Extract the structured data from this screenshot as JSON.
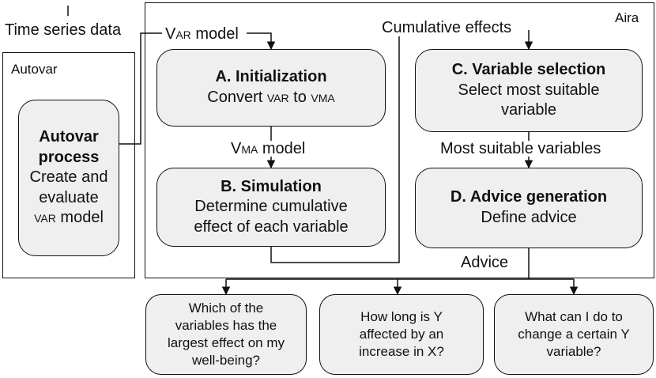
{
  "frames": {
    "autovar": "Autovar",
    "aira": "Aira"
  },
  "labels": {
    "time_series": "Time series data",
    "var_model_prefix": "V",
    "var_model_sc": "ar",
    "var_model_suffix": " model",
    "cumulative_effects": "Cumulative effects",
    "vma_model_prefix": "V",
    "vma_model_sc": "ma",
    "vma_model_suffix": " model",
    "most_suitable": "Most suitable variables",
    "advice": "Advice"
  },
  "process": {
    "title_line1": "Autovar",
    "title_line2": "process",
    "desc_line1": "Create and",
    "desc_line2": "evaluate",
    "desc_line3_sc": "var",
    "desc_line3_rest": " model"
  },
  "steps": {
    "a": {
      "title": "A. Initialization",
      "desc_pre": "Convert ",
      "desc_sc1": "var",
      "desc_mid": " to ",
      "desc_sc2": "vma"
    },
    "b": {
      "title": "B. Simulation",
      "desc_line1": "Determine cumulative",
      "desc_line2": "effect of each variable"
    },
    "c": {
      "title": "C. Variable selection",
      "desc_line1": "Select most suitable",
      "desc_line2": "variable"
    },
    "d": {
      "title": "D. Advice generation",
      "desc_line1": "Define advice"
    }
  },
  "questions": [
    {
      "line1": "Which of the",
      "line2": "variables has the",
      "line3": "largest effect on my",
      "line4": "well-being?"
    },
    {
      "line1": "How long is Y",
      "line2": "affected by an",
      "line3": "increase in X?"
    },
    {
      "line1": "What can I do to",
      "line2": "change a certain Y",
      "line3": "variable?"
    }
  ]
}
